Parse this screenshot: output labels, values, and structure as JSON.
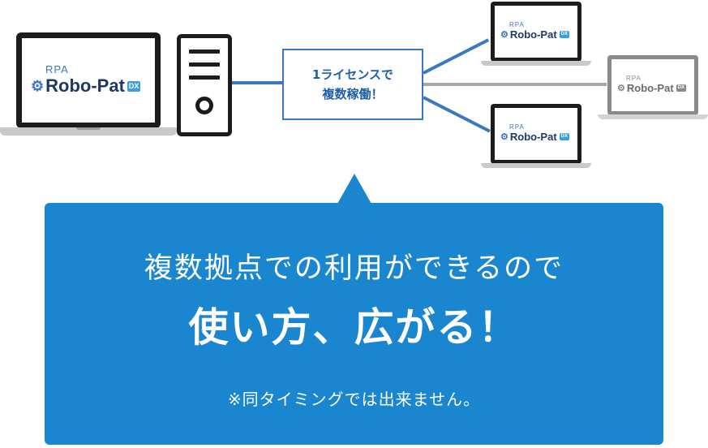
{
  "logo": {
    "rpa": "RPA",
    "brand": "Robo-Pat",
    "badge": "DX",
    "gear": "⚙"
  },
  "license_box": {
    "line1": "1ライセンスで",
    "line2": "複数稼働！"
  },
  "callout": {
    "lead": "複数拠点での利用ができるので",
    "headline": "使い方、広がる！",
    "note": "※同タイミングでは出来ません。"
  },
  "colors": {
    "callout_bg": "#1a86d0",
    "link_blue": "#3a78c0",
    "link_grey": "#a8a8a8",
    "brand_navy": "#1f3864",
    "badge_blue": "#3a9ee0"
  },
  "icons": {
    "server": "server-icon",
    "laptop": "laptop-icon",
    "gear": "gear-icon"
  }
}
